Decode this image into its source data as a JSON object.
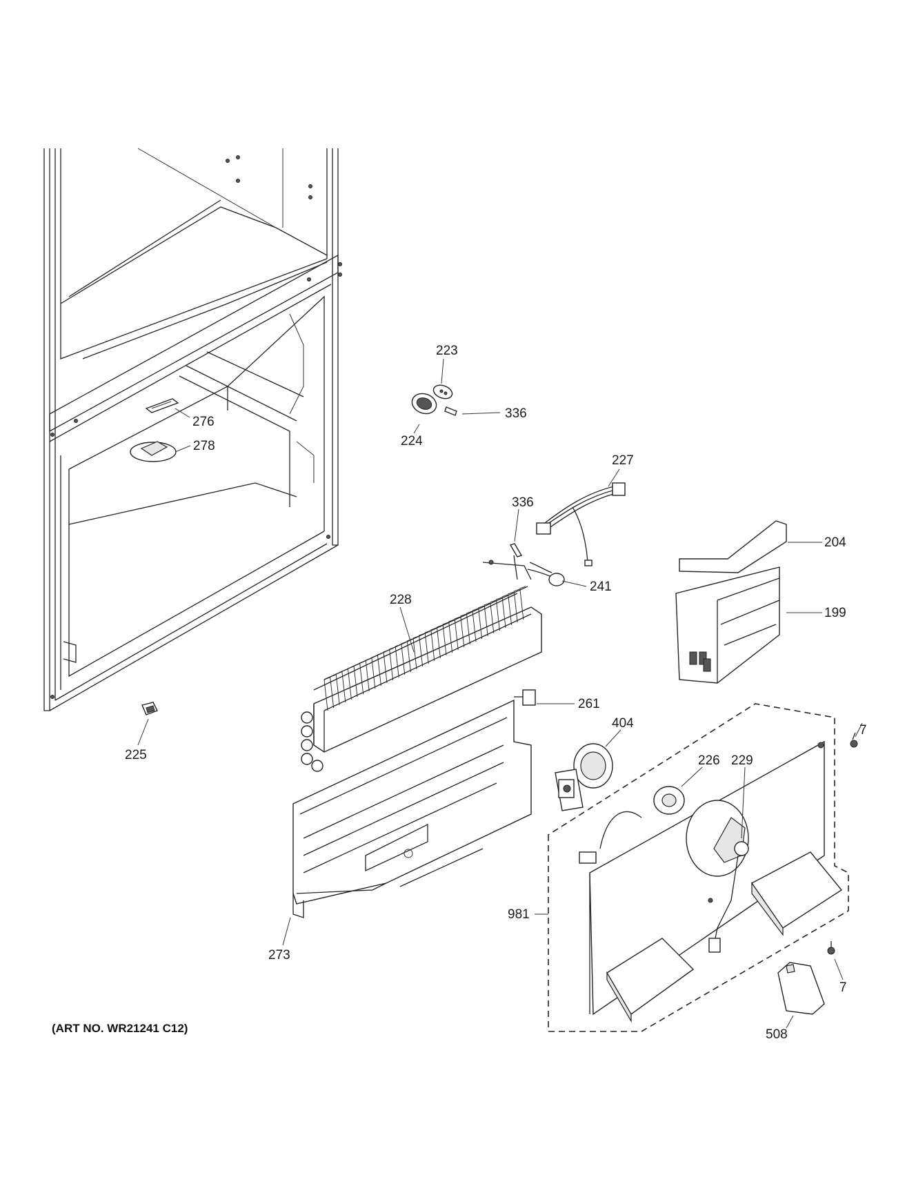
{
  "diagram": {
    "art_number": "(ART NO. WR21241 C12)",
    "callouts": {
      "c223": "223",
      "c336a": "336",
      "c224": "224",
      "c276": "276",
      "c278": "278",
      "c227": "227",
      "c336b": "336",
      "c204": "204",
      "c241": "241",
      "c228": "228",
      "c199": "199",
      "c261": "261",
      "c225": "225",
      "c404": "404",
      "c7a": "7",
      "c226": "226",
      "c229": "229",
      "c981": "981",
      "c273": "273",
      "c7b": "7",
      "c508": "508"
    }
  }
}
